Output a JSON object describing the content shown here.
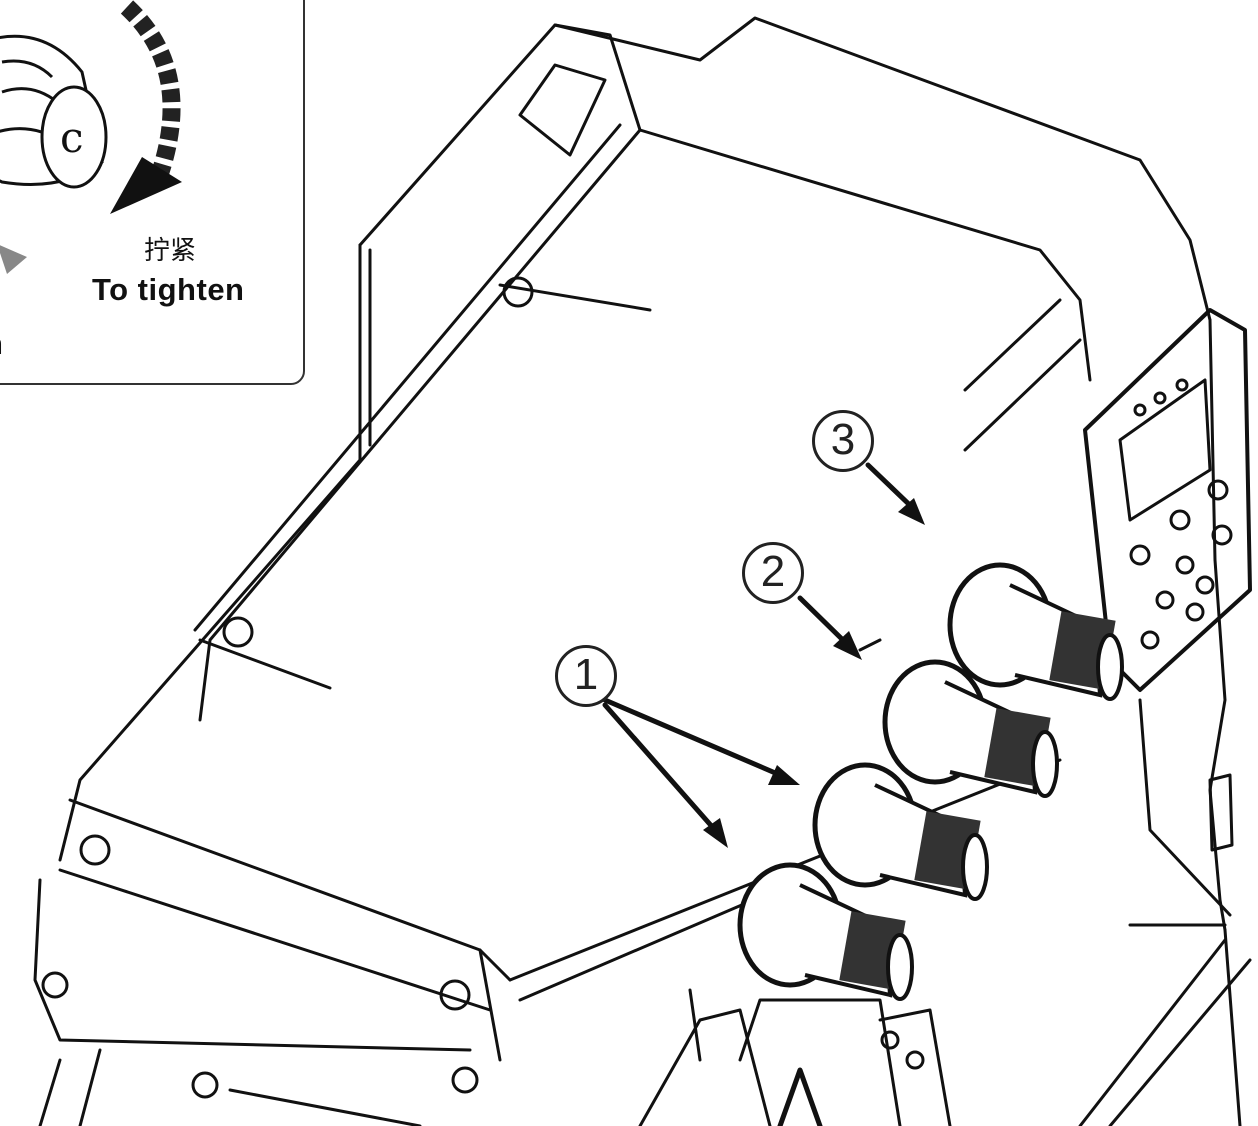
{
  "inset": {
    "label_cn": "拧紧",
    "label_en": "To tighten",
    "label_loosen_fragment": "n"
  },
  "callouts": {
    "c1": "1",
    "c2": "2",
    "c3": "3"
  },
  "icons": {
    "knob": "knob-icon",
    "rotation_arrow": "rotation-arrow-icon"
  }
}
